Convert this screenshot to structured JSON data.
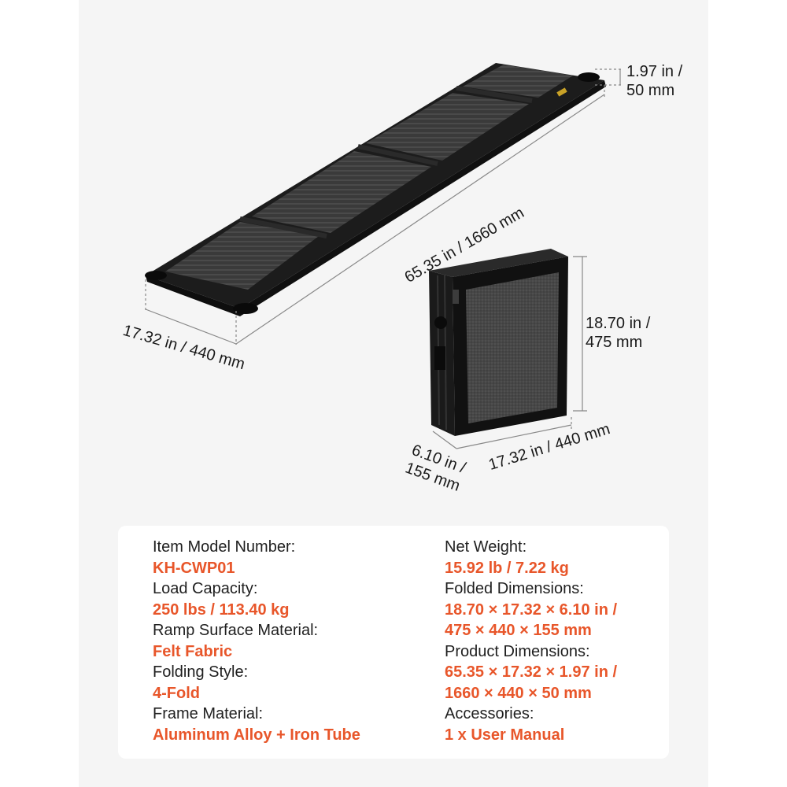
{
  "dimensions": {
    "thickness": "1.97 in /\n50 mm",
    "length": "65.35 in / 1660 mm",
    "width": "17.32 in / 440 mm",
    "folded_height": "18.70 in /\n475 mm",
    "folded_width": "17.32 in / 440 mm",
    "folded_depth": "6.10 in /\n155 mm"
  },
  "specs_left": [
    {
      "label": "Item Model Number:",
      "value": "KH-CWP01"
    },
    {
      "label": "Load Capacity:",
      "value": "250 lbs / 113.40 kg"
    },
    {
      "label": "Ramp Surface Material:",
      "value": "Felt Fabric"
    },
    {
      "label": "Folding Style:",
      "value": "4-Fold"
    },
    {
      "label": "Frame Material:",
      "value": "Aluminum Alloy + Iron Tube"
    }
  ],
  "specs_right": [
    {
      "label": "Net Weight:",
      "value": "15.92 lb  /  7.22 kg"
    },
    {
      "label": "Folded Dimensions:",
      "value": "18.70 × 17.32 × 6.10 in /",
      "value2": "475 × 440 × 155 mm"
    },
    {
      "label": "Product Dimensions:",
      "value": "65.35 × 17.32 × 1.97 in /",
      "value2": "1660 × 440 × 50 mm"
    },
    {
      "label": "Accessories:",
      "value": "1 x User Manual"
    }
  ],
  "colors": {
    "accent": "#e8562a",
    "text": "#1f1f1f",
    "background": "#f5f5f5",
    "card": "#ffffff"
  }
}
